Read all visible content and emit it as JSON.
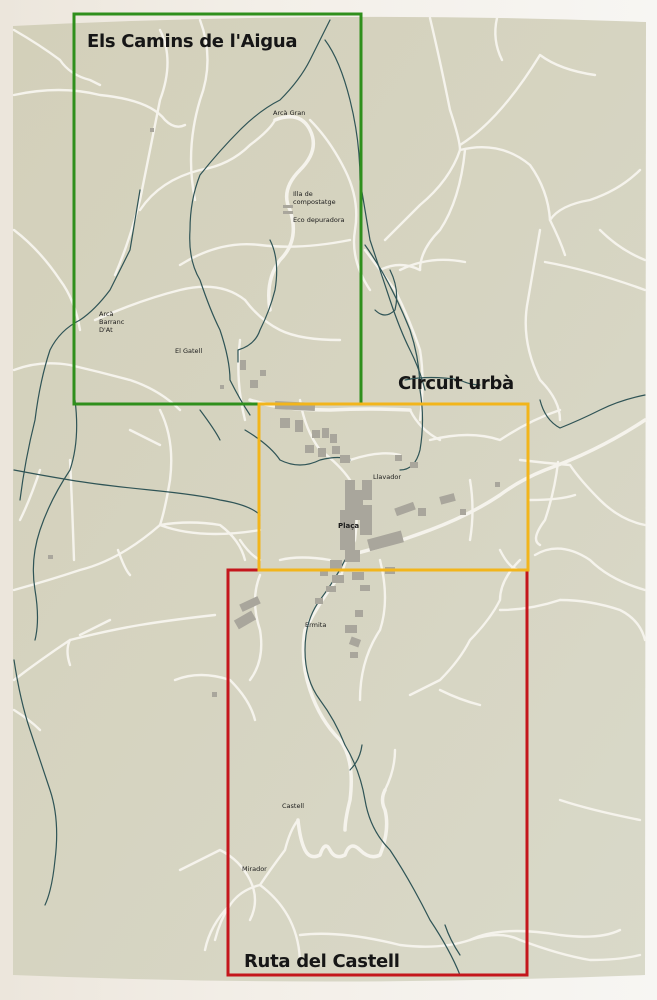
{
  "map": {
    "background_color": "#d7d6c2",
    "road_color": "#f5f3ec",
    "water_color": "#2f5456",
    "building_color": "#a9a69c"
  },
  "routes": [
    {
      "id": "aigua",
      "title": "Els Camins de l'Aigua",
      "color": "#2f8f1c"
    },
    {
      "id": "urba",
      "title": "Circuit urbà",
      "color": "#f2b51b"
    },
    {
      "id": "castell",
      "title": "Ruta del Castell",
      "color": "#c4161c"
    }
  ],
  "places": [
    {
      "name": "Arcà Gran"
    },
    {
      "name": "Illa de\ncompostatge"
    },
    {
      "name": "Eco depuradora"
    },
    {
      "name": "Arcà\nBarranc\nD'At"
    },
    {
      "name": "El Gatell"
    },
    {
      "name": "Llavador"
    },
    {
      "name": "Plaça"
    },
    {
      "name": "Ermita"
    },
    {
      "name": "Castell"
    },
    {
      "name": "Mirador"
    }
  ]
}
